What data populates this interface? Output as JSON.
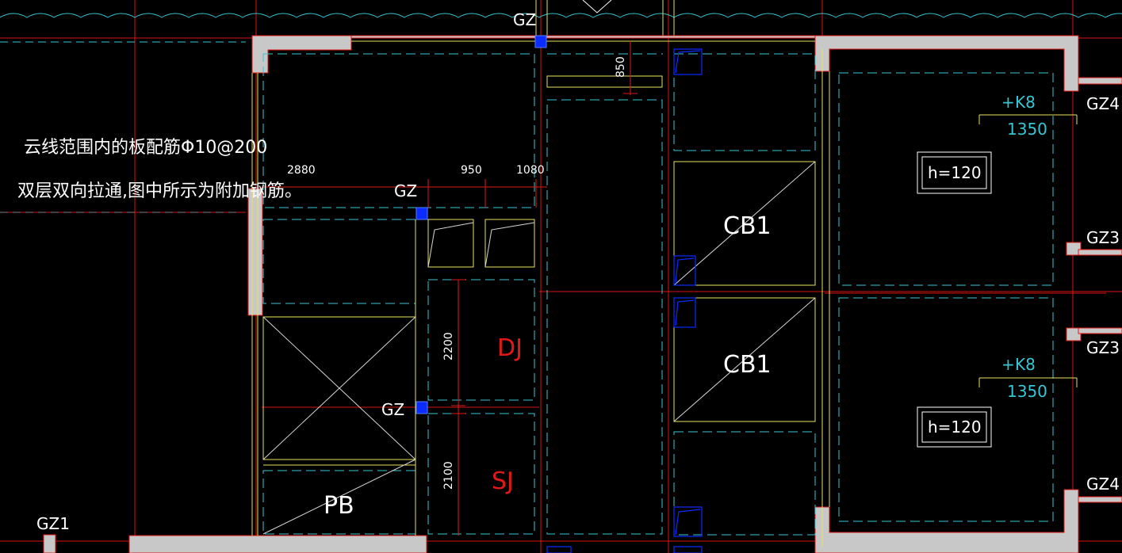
{
  "drawing": {
    "note": {
      "line1": "云线范围内的板配筋Φ10@200",
      "line2": "双层双向拉通,图中所示为附加钢筋。"
    },
    "columns": {
      "gz_top": "GZ",
      "gz_mid": "GZ",
      "gz_lower": "GZ",
      "gz1": "GZ1",
      "gz4_top": "GZ4",
      "gz3_a": "GZ3",
      "gz3_b": "GZ3",
      "gz4_bottom": "GZ4"
    },
    "dimensions": {
      "d2880": "2880",
      "d950": "950",
      "d1080": "1080",
      "d850": "850",
      "d2200": "2200",
      "d2100": "2100"
    },
    "rooms": {
      "cb1_upper": "CB1",
      "cb1_lower": "CB1",
      "dj": "DJ",
      "sj": "SJ",
      "pb": "PB"
    },
    "rebar": {
      "upper_mark": "K8",
      "upper_len": "1350",
      "lower_mark": "K8",
      "lower_len": "1350"
    },
    "slab_thickness": {
      "upper": "h=120",
      "lower": "h=120"
    },
    "colors": {
      "background": "#000000",
      "axis_red": "#e11818",
      "dash_cyan": "#39c6d4",
      "wall_gray": "#c8c8c8",
      "yellow": "#e8e060",
      "column_blue": "#0a2cff",
      "dim_red": "#e11818"
    }
  }
}
